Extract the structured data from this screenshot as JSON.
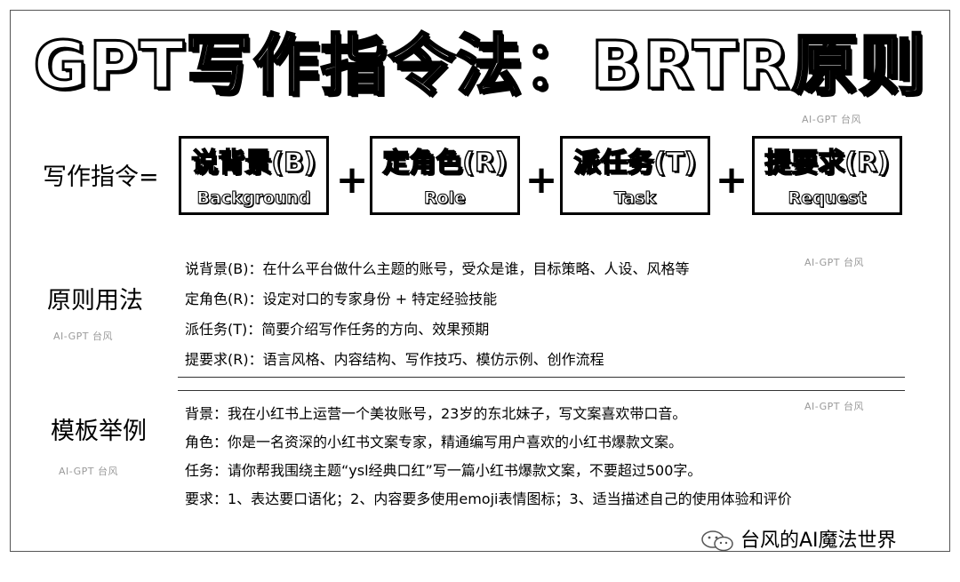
{
  "title": "GPT写作指令法：BRTR原则",
  "watermark": "AI-GPT 台风",
  "formula": {
    "label": "写作指令=",
    "plus": "+",
    "boxes": [
      {
        "cn": "说背景(B)",
        "en": "Background"
      },
      {
        "cn": "定角色(R)",
        "en": "Role"
      },
      {
        "cn": "派任务(T)",
        "en": "Task"
      },
      {
        "cn": "提要求(R)",
        "en": "Request"
      }
    ]
  },
  "principles": {
    "title": "原则用法",
    "lines": [
      "说背景(B)：在什么平台做什么主题的账号，受众是谁，目标策略、人设、风格等",
      "定角色(R)：设定对口的专家身份 + 特定经验技能",
      "派任务(T)：简要介绍写作任务的方向、效果预期",
      "提要求(R)：语言风格、内容结构、写作技巧、模仿示例、创作流程"
    ]
  },
  "template": {
    "title": "模板举例",
    "lines": [
      "背景：我在小红书上运营一个美妆账号，23岁的东北妹子，写文案喜欢带口音。",
      "角色：你是一名资深的小红书文案专家，精通编写用户喜欢的小红书爆款文案。",
      "任务：请你帮我围绕主题“ysl经典口红”写一篇小红书爆款文案，不要超过500字。",
      "要求：1、表达要口语化；2、内容要多使用emoji表情图标；3、适当描述自己的使用体验和评价"
    ]
  },
  "footer": {
    "text": "台风的AI魔法世界",
    "icon": "wechat-icon"
  }
}
